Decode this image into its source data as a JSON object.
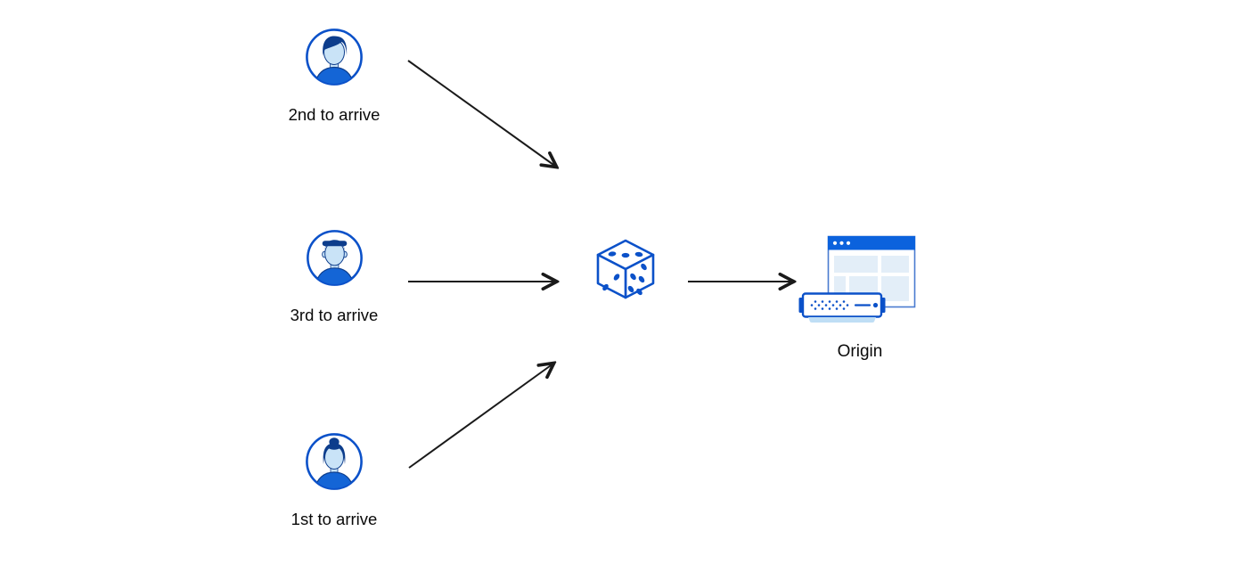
{
  "diagram": {
    "title": "",
    "nodes": [
      {
        "id": "user-2nd",
        "label": "2nd to arrive",
        "icon": "user-avatar-male-icon"
      },
      {
        "id": "user-3rd",
        "label": "3rd to arrive",
        "icon": "user-avatar-male-flattop-icon"
      },
      {
        "id": "user-1st",
        "label": "1st to arrive",
        "icon": "user-avatar-female-icon"
      },
      {
        "id": "randomizer",
        "label": "",
        "icon": "dice-icon"
      },
      {
        "id": "origin",
        "label": "Origin",
        "icon": "origin-server-icon"
      }
    ],
    "edges": [
      {
        "from": "user-2nd",
        "to": "randomizer"
      },
      {
        "from": "user-3rd",
        "to": "randomizer"
      },
      {
        "from": "user-1st",
        "to": "randomizer"
      },
      {
        "from": "randomizer",
        "to": "origin"
      }
    ],
    "colors": {
      "background": "#ffffff",
      "primary_blue": "#0b51c9",
      "navy": "#0d3d8c",
      "shirt_blue": "#1465d6",
      "titlebar_blue": "#0b62dd",
      "face_light_blue": "#c9e3f7",
      "panel_light_blue": "#e3eef8",
      "server_base_blue": "#bfdef5",
      "arrow_black": "#1a1a1a",
      "label_color": "#0a0a0a"
    }
  }
}
